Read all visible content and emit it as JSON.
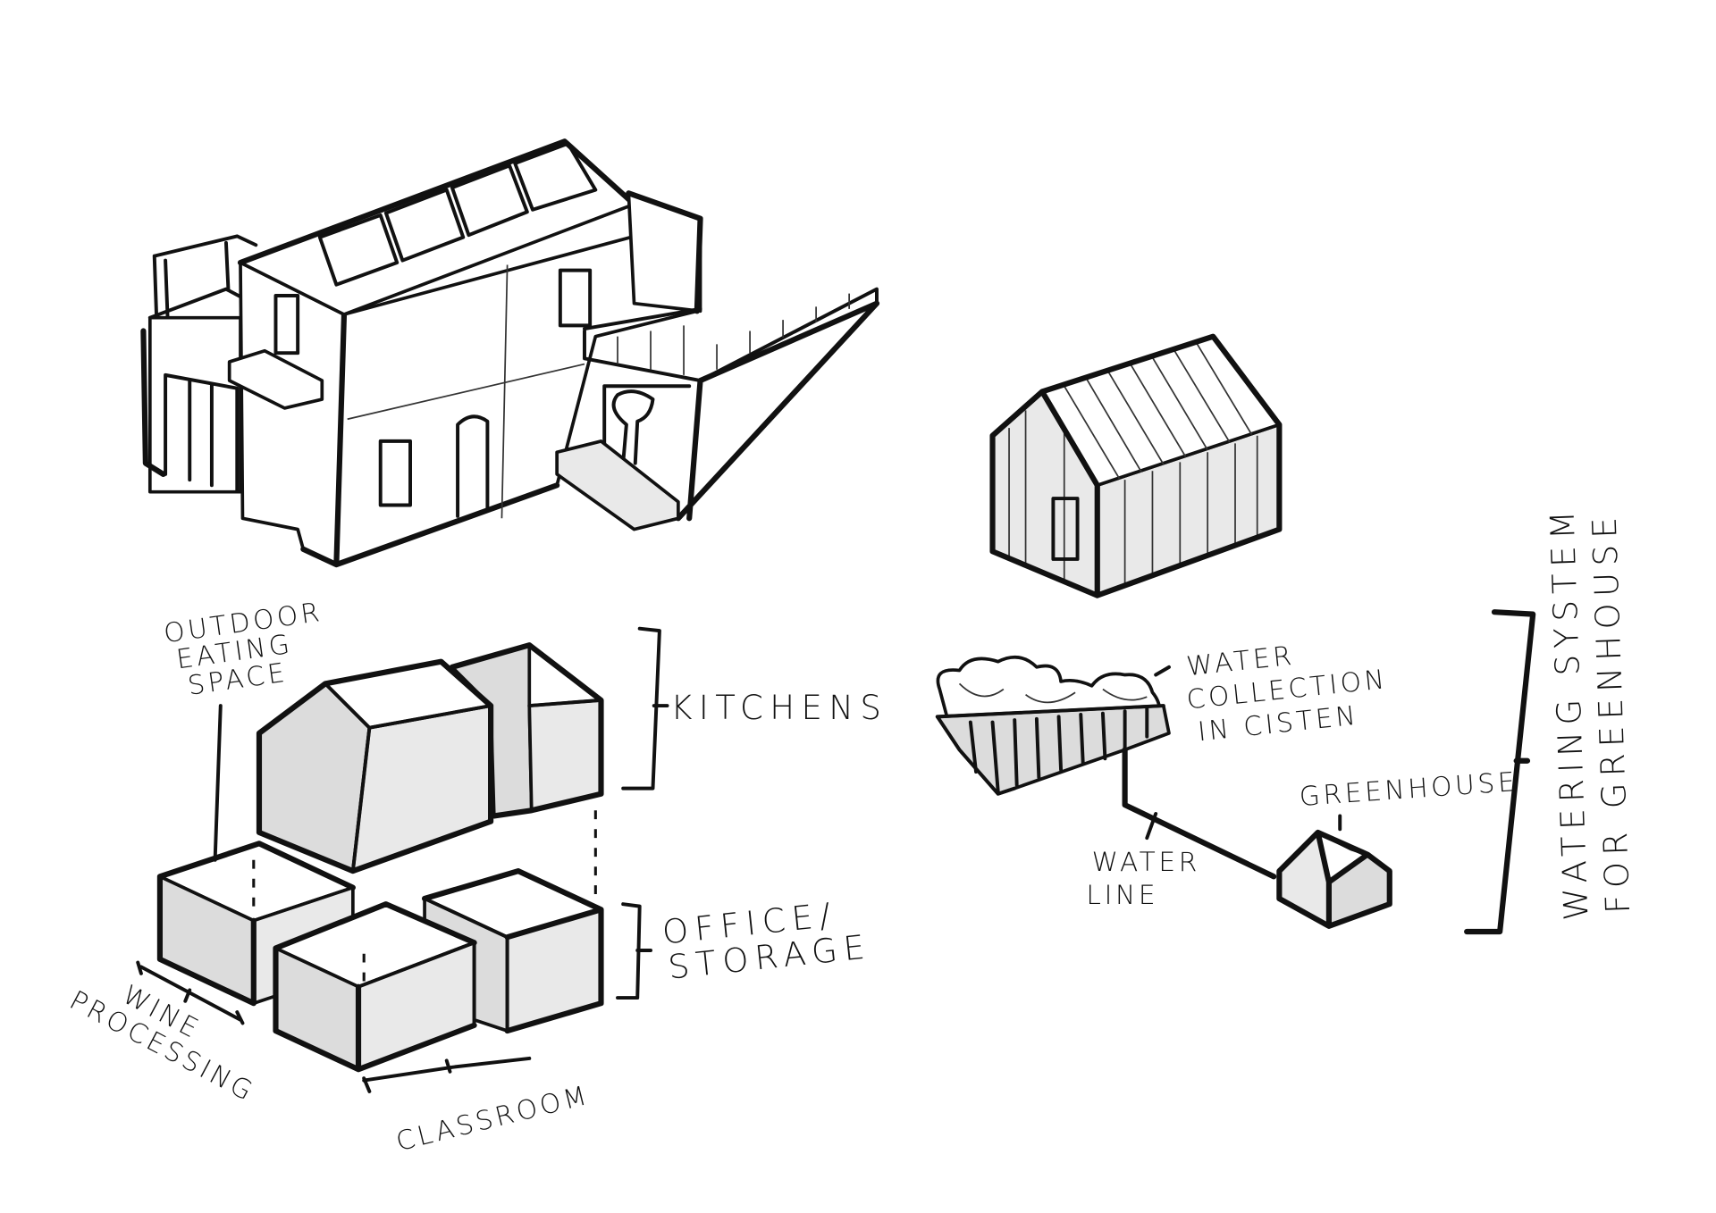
{
  "labels": {
    "outdoor_eating_space": [
      "OUTDOOR",
      "EATING",
      "SPACE"
    ],
    "kitchens": "KITCHENS",
    "office_storage": [
      "OFFICE/",
      "STORAGE"
    ],
    "wine_processing": [
      "WINE",
      "PROCESSING"
    ],
    "classroom": "CLASSROOM",
    "water_collection": [
      "WATER",
      "COLLECTION",
      "IN CISTEN"
    ],
    "greenhouse": "GREENHOUSE",
    "water_line": [
      "WATER",
      "LINE"
    ],
    "watering_system": [
      "WATERING SYSTEM",
      "FOR GREENHOUSE"
    ]
  }
}
